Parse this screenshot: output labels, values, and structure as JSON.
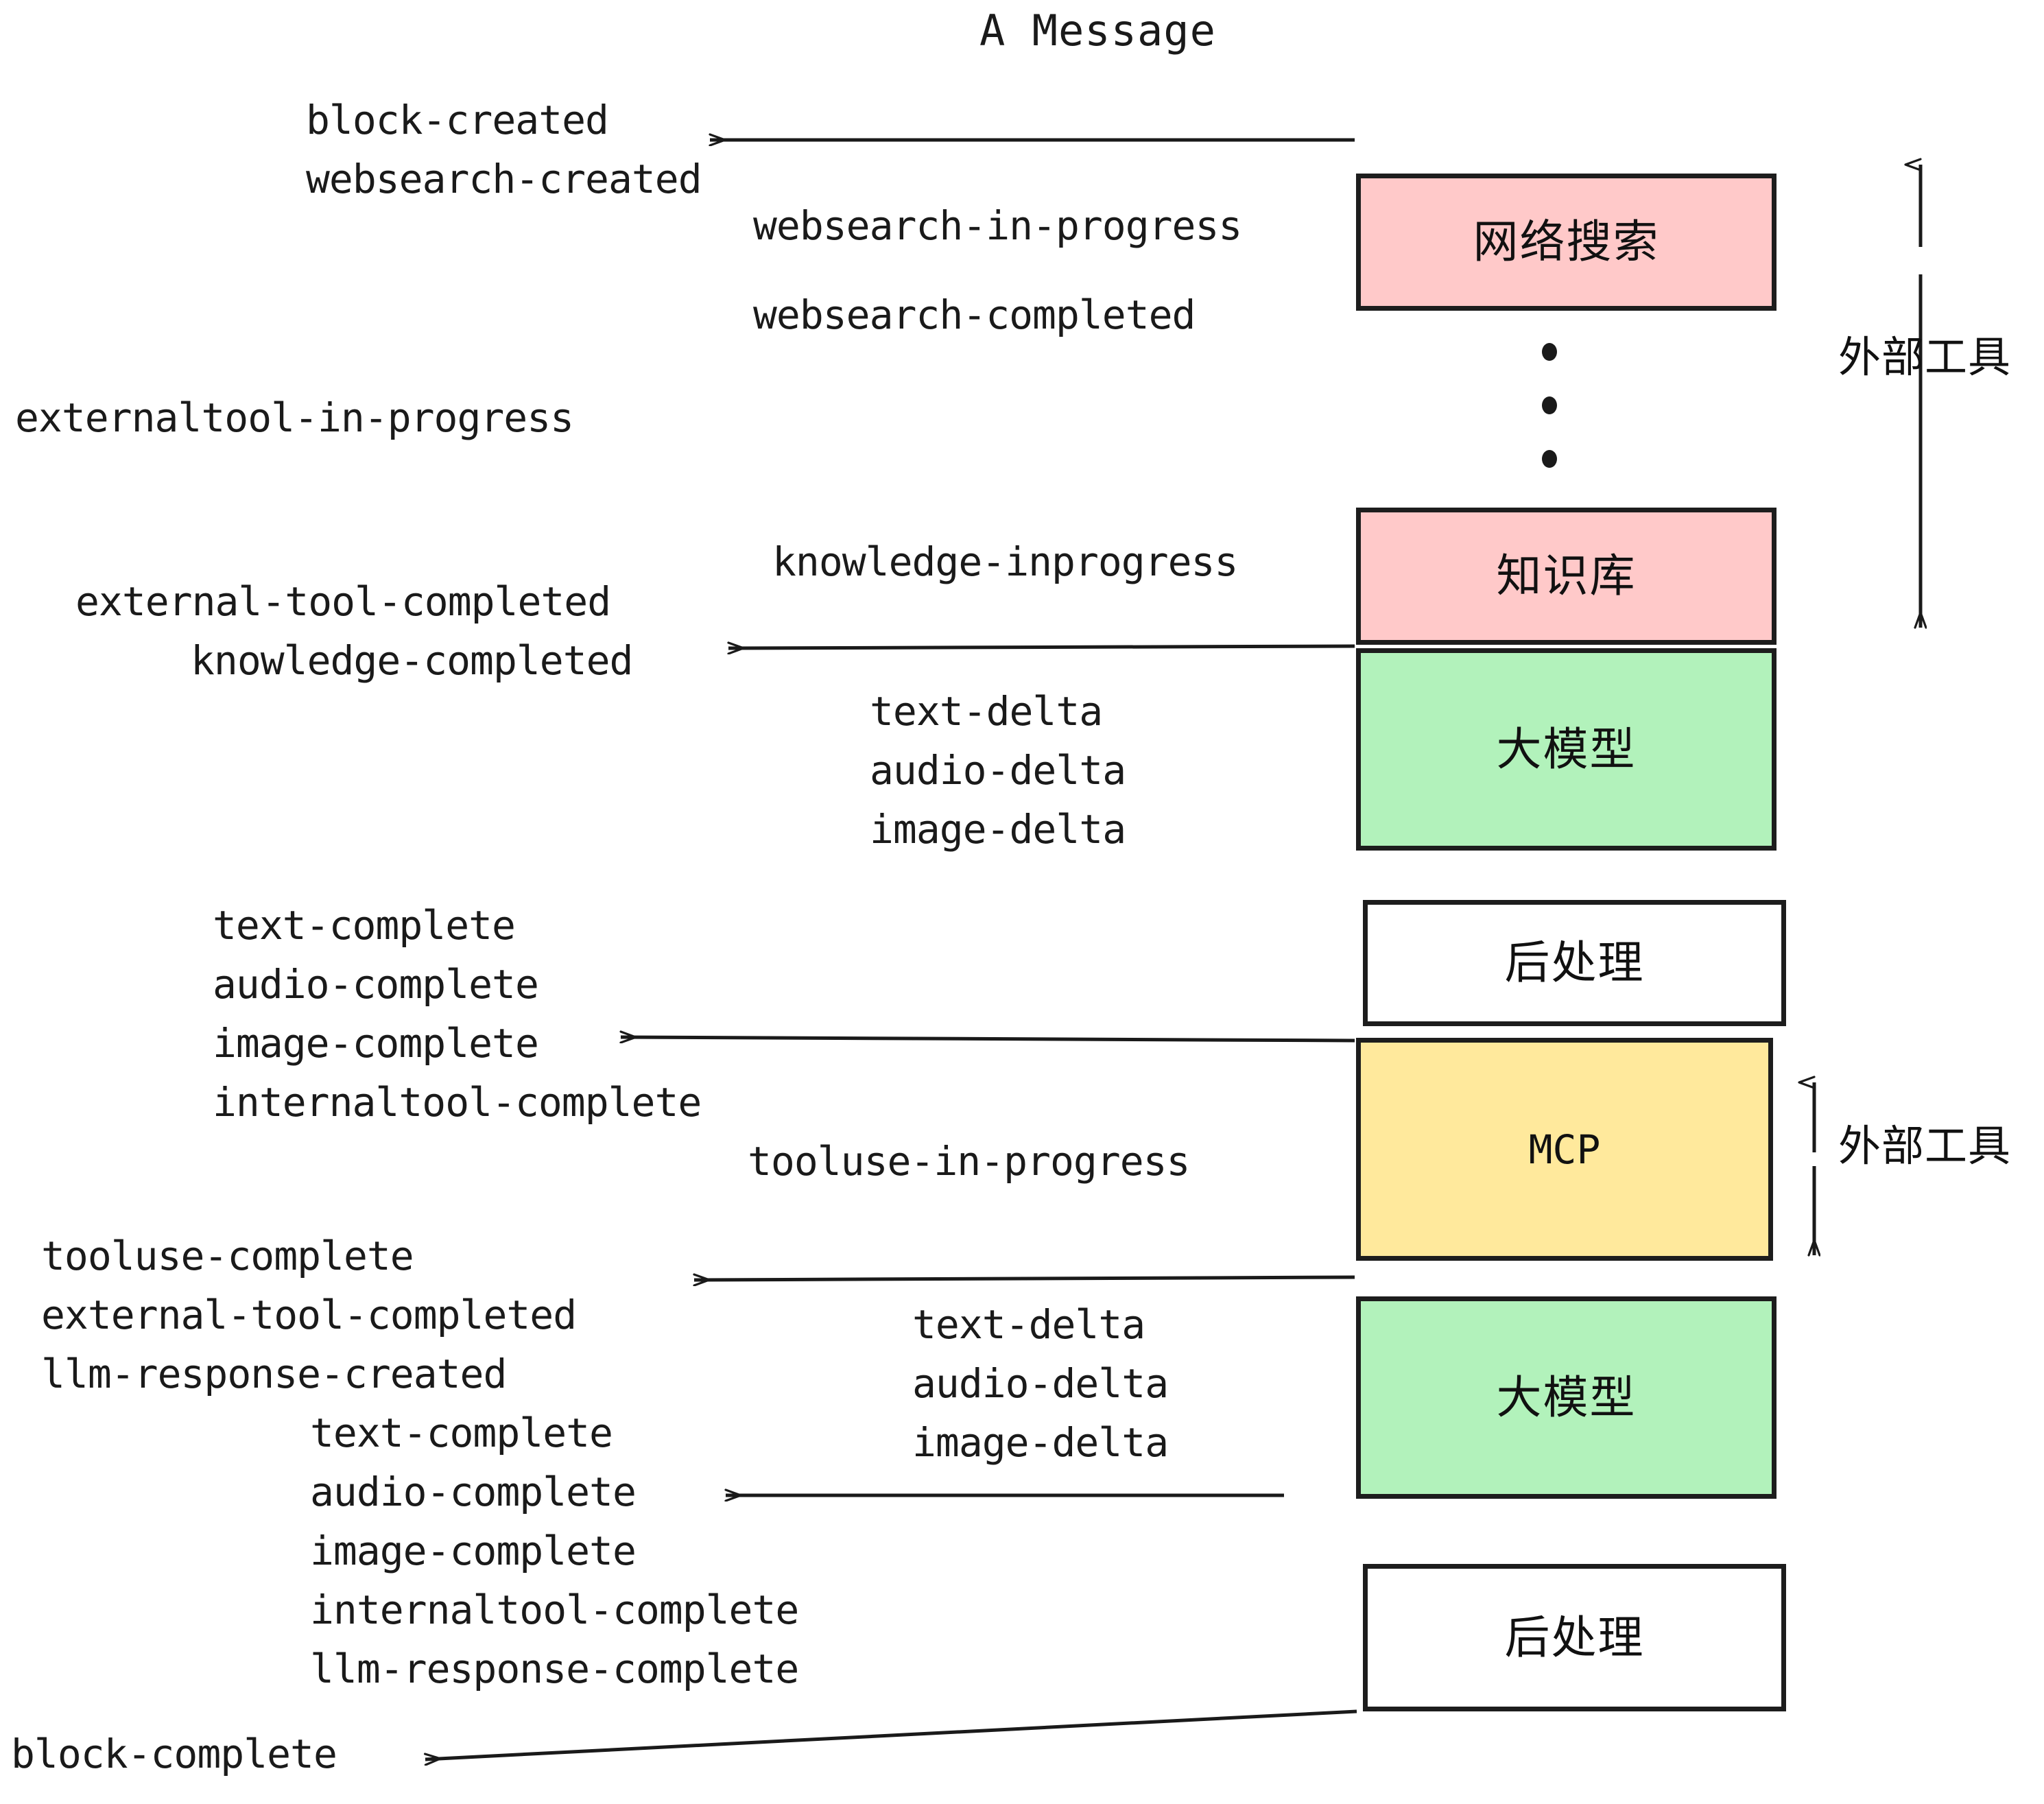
{
  "title": "A Message",
  "colors": {
    "pink": "#FFC9C9",
    "green": "#B2F2BB",
    "yellow": "#FFE99C",
    "white": "#FFFFFF",
    "stroke": "#1D1D1D",
    "text": "#1A1A1A"
  },
  "boxes": [
    {
      "id": "websearch",
      "label": "网络搜索",
      "color": "pink"
    },
    {
      "id": "knowledge",
      "label": "知识库",
      "color": "pink"
    },
    {
      "id": "llm-1",
      "label": "大模型",
      "color": "green"
    },
    {
      "id": "postprocess-1",
      "label": "后处理",
      "color": "white"
    },
    {
      "id": "mcp",
      "label": "MCP",
      "color": "yellow"
    },
    {
      "id": "llm-2",
      "label": "大模型",
      "color": "green"
    },
    {
      "id": "postprocess-2",
      "label": "后处理",
      "color": "white"
    }
  ],
  "side_annotations": [
    {
      "id": "external-tool-top",
      "label": "外部工具"
    },
    {
      "id": "external-tool-bottom",
      "label": "外部工具"
    }
  ],
  "events": {
    "block_created": "block-created",
    "websearch_created": "websearch-created",
    "websearch_in_progress": "websearch-in-progress",
    "websearch_completed": "websearch-completed",
    "externaltool_in_progress": "externaltool-in-progress",
    "knowledge_inprogress": "knowledge-inprogress",
    "external_tool_completed_1": "external-tool-completed",
    "knowledge_completed": "knowledge-completed",
    "text_delta_1": "text-delta",
    "audio_delta_1": "audio-delta",
    "image_delta_1": "image-delta",
    "text_complete_1": "text-complete",
    "audio_complete_1": "audio-complete",
    "image_complete_1": "image-complete",
    "internaltool_complete_1": "internaltool-complete",
    "tooluse_in_progress": "tooluse-in-progress",
    "tooluse_complete": "tooluse-complete",
    "external_tool_completed_2": "external-tool-completed",
    "llm_response_created": "llm-response-created",
    "text_delta_2": "text-delta",
    "audio_delta_2": "audio-delta",
    "image_delta_2": "image-delta",
    "text_complete_2": "text-complete",
    "audio_complete_2": "audio-complete",
    "image_complete_2": "image-complete",
    "internaltool_complete_2": "internaltool-complete",
    "llm_response_complete": "llm-response-complete",
    "block_complete": "block-complete"
  }
}
